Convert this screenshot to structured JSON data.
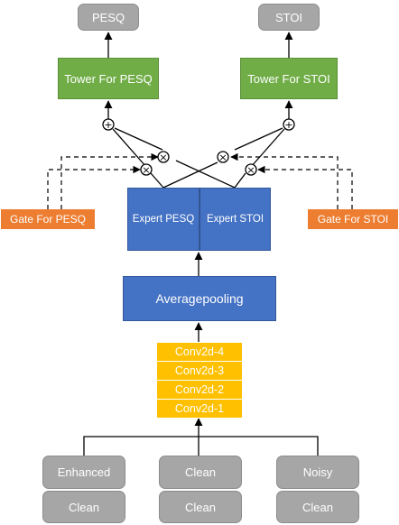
{
  "outputs": {
    "pesq": "PESQ",
    "stoi": "STOI"
  },
  "towers": {
    "pesq": "Tower For PESQ",
    "stoi": "Tower For STOI"
  },
  "gates": {
    "pesq": "Gate For PESQ",
    "stoi": "Gate For STOI"
  },
  "experts": {
    "pesq": "Expert PESQ",
    "stoi": "Expert STOI"
  },
  "pooling": "Averagepooling",
  "conv_layers": [
    "Conv2d-4",
    "Conv2d-3",
    "Conv2d-2",
    "Conv2d-1"
  ],
  "inputs": [
    {
      "top": "Enhanced",
      "bottom": "Clean"
    },
    {
      "top": "Clean",
      "bottom": "Clean"
    },
    {
      "top": "Noisy",
      "bottom": "Clean"
    }
  ],
  "symbols": {
    "sum": "+",
    "multiply": "×"
  },
  "colors": {
    "output": "#a6a6a6",
    "tower": "#70ad47",
    "expert": "#4472c4",
    "gate": "#ed7d31",
    "conv": "#ffc000"
  }
}
